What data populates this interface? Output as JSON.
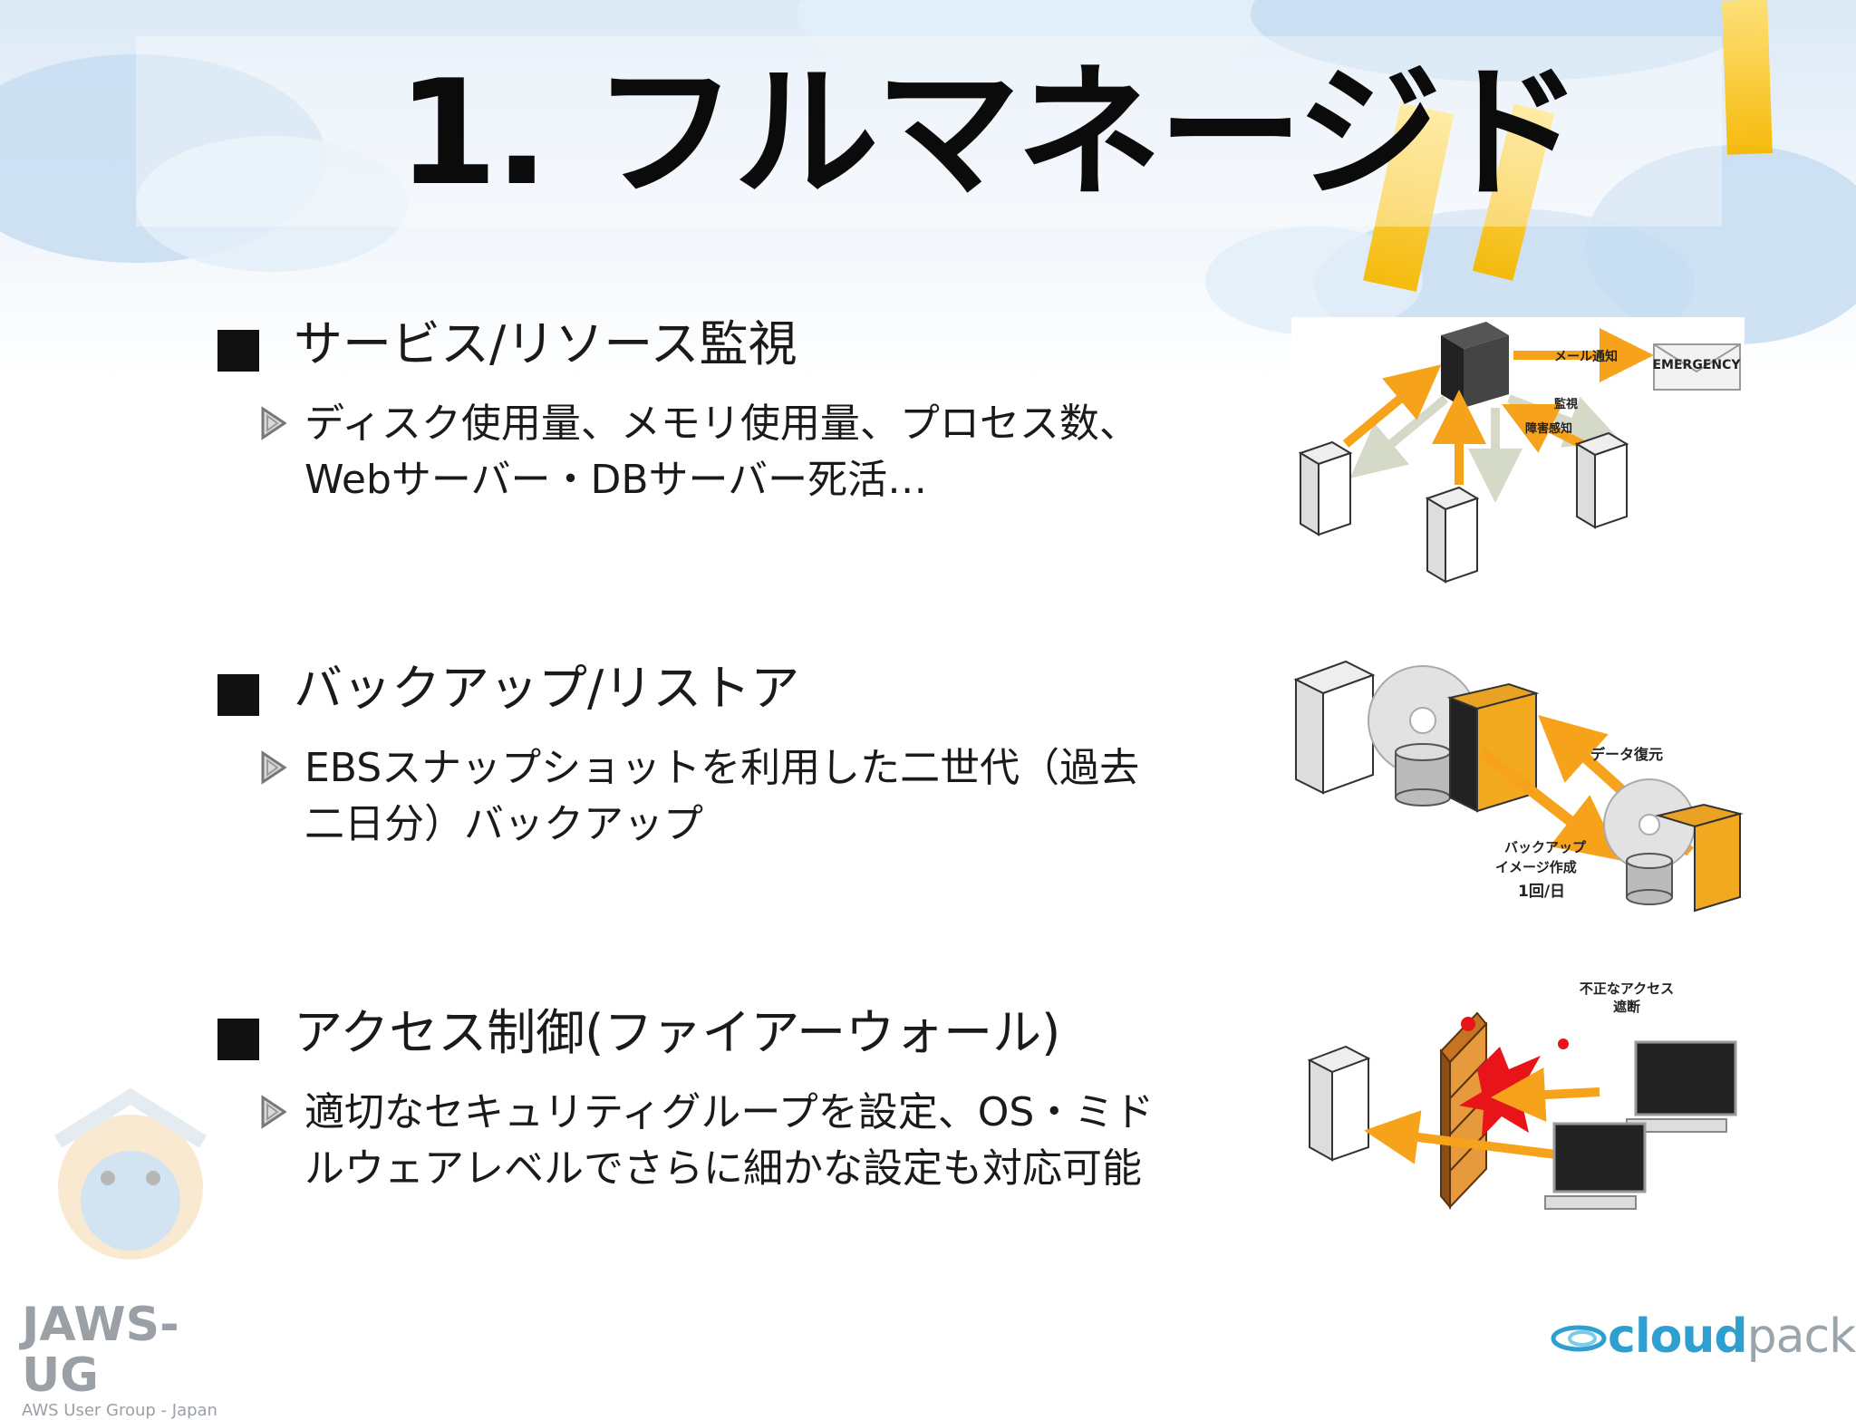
{
  "title": "1. フルマネージド",
  "sections": [
    {
      "heading": "サービス/リソース監視",
      "bullet": "ディスク使用量、メモリ使用量、プロセス数、\nWebサーバー・DBサーバー死活…"
    },
    {
      "heading": "バックアップ/リストア",
      "bullet": "EBSスナップショットを利用した二世代（過去\n二日分）バックアップ"
    },
    {
      "heading": "アクセス制御(ファイアーウォール)",
      "bullet": "適切なセキュリティグループを設定、OS・ミド\nルウェアレベルでさらに細かな設定も対応可能"
    }
  ],
  "illustrations": {
    "monitoring": {
      "mail_label": "メール通知",
      "emergency_label": "EMERGENCY",
      "monitor_label": "監視",
      "detect_label": "障害感知"
    },
    "backup": {
      "restore_label": "データ復元",
      "create_label_1": "バックアップ",
      "create_label_2": "イメージ作成",
      "create_label_3": "1回/日"
    },
    "firewall": {
      "block_label_1": "不正なアクセス",
      "block_label_2": "遮断"
    }
  },
  "logos": {
    "jaws_main": "JAWS-UG",
    "jaws_sub": "AWS User Group - Japan",
    "cloudpack_a": "cloud",
    "cloudpack_b": "pack"
  },
  "colors": {
    "accent_orange": "#f7a21b",
    "text": "#1a1a1a",
    "sky": "#c7ddf1"
  }
}
